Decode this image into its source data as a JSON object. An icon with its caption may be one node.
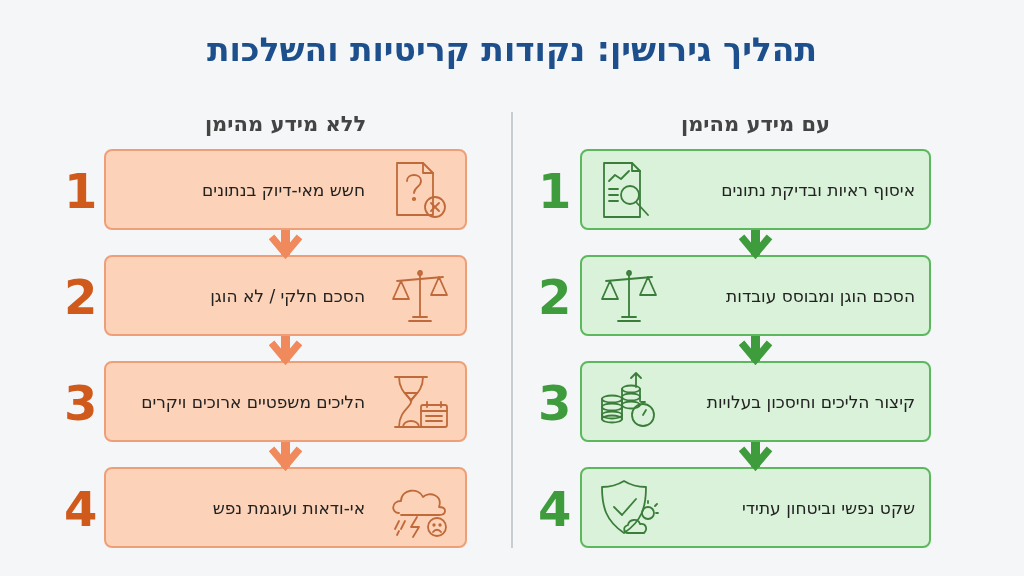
{
  "diagram": {
    "title": "תהליך גירושין: נקודות קריטיות והשלכות",
    "nodes": [
      {
        "text": [
          "איסוף ראיות ובדיקת נתונים"
        ],
        "beside": [
          "1"
        ]
      },
      {
        "text": [
          "הסכם הוגן ומבוסס עובדות"
        ],
        "beside": [
          "2"
        ]
      },
      {
        "text": [
          "קיצור הליכים וחיסכון בעלויות"
        ],
        "beside": [
          "3"
        ]
      },
      {
        "text": [
          "שקט נפשי וביטחון עתידי"
        ],
        "beside": [
          "4"
        ]
      },
      {
        "text": [
          "חשש מאי-דיוק בנתונים"
        ],
        "beside": [
          "1"
        ]
      },
      {
        "text": [
          "הסכם חלקי / לא הוגן"
        ],
        "beside": [
          "2"
        ]
      },
      {
        "text": [
          "הליכים משפטיים ארוכים ויקרים"
        ],
        "beside": [
          "3"
        ]
      },
      {
        "text": [
          "אי-ודאות ועוגמת נפש"
        ],
        "beside": [
          "4"
        ]
      }
    ],
    "edges": [
      {
        "from": 0,
        "to": 1,
        "arrow": "to",
        "color": "#3f9c3c"
      },
      {
        "from": 1,
        "to": 2,
        "arrow": "to",
        "color": "#3f9c3c"
      },
      {
        "from": 2,
        "to": 3,
        "arrow": "to",
        "color": "#3f9c3c"
      },
      {
        "from": 4,
        "to": 5,
        "arrow": "to",
        "color": "#f08a5d"
      },
      {
        "from": 5,
        "to": 6,
        "arrow": "to",
        "color": "#f08a5d"
      },
      {
        "from": 6,
        "to": 7,
        "arrow": "to",
        "color": "#f08a5d"
      }
    ],
    "labels": [
      "עם מידע מהימן",
      "ללא מידע מהימן"
    ]
  }
}
